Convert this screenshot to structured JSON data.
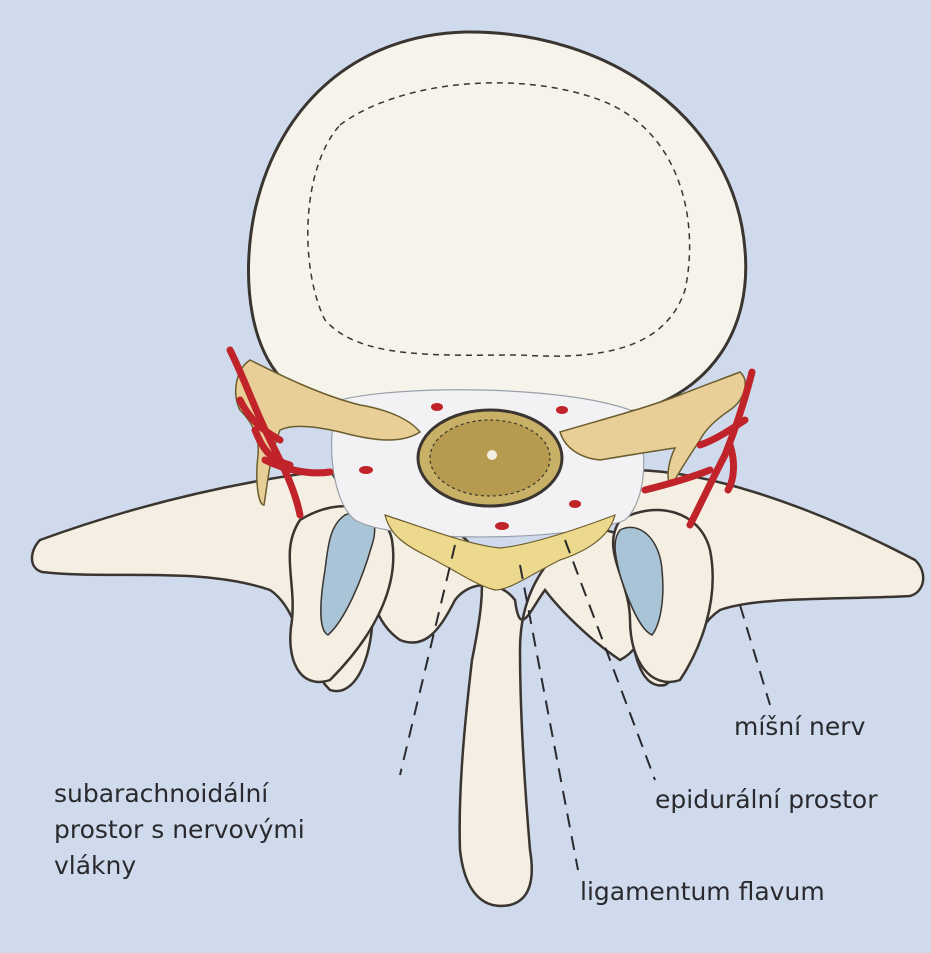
{
  "labels": {
    "spinal_nerve": "míšní nerv",
    "epidural_space": "epidurální prostor",
    "subarachnoid_line1": "subarachnoidální",
    "subarachnoid_line2": "prostor s nervovými",
    "subarachnoid_line3": "vlákny",
    "ligamentum_flavum": "ligamentum flavum"
  },
  "colors": {
    "background": "#cfdbec",
    "bone": "#f4efe2",
    "outline": "#3a3530",
    "nerve": "#e8cf98",
    "artery": "#c0242a",
    "spinal_cord": "#b59a4f",
    "ligament": "#ecd98e",
    "epidural_fat": "#f2f2f4",
    "cartilage": "#a9c4d6"
  }
}
